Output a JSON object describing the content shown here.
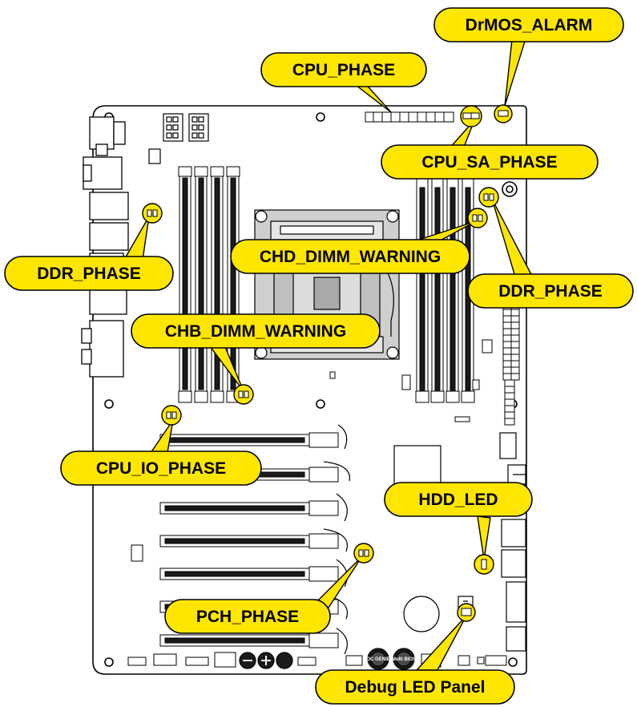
{
  "callouts": {
    "drmos_alarm": "DrMOS_ALARM",
    "cpu_phase": "CPU_PHASE",
    "cpu_sa_phase": "CPU_SA_PHASE",
    "ddr_phase_left": "DDR_PHASE",
    "ddr_phase_right": "DDR_PHASE",
    "chd_dimm_warning": "CHD_DIMM_WARNING",
    "chb_dimm_warning": "CHB_DIMM_WARNING",
    "cpu_io_phase": "CPU_IO_PHASE",
    "hdd_led": "HDD_LED",
    "pch_phase": "PCH_PHASE",
    "debug_led_panel": "Debug LED Panel"
  },
  "board_labels": {
    "oc_genie": "OC GENIE",
    "multi_bios": "Multi BIOS"
  },
  "colors": {
    "callout_fill": "#FFE600",
    "callout_stroke": "#000000",
    "board_line": "#000000",
    "slot_dark": "#1a1a1a",
    "socket_gray": "#bfbfbf"
  }
}
